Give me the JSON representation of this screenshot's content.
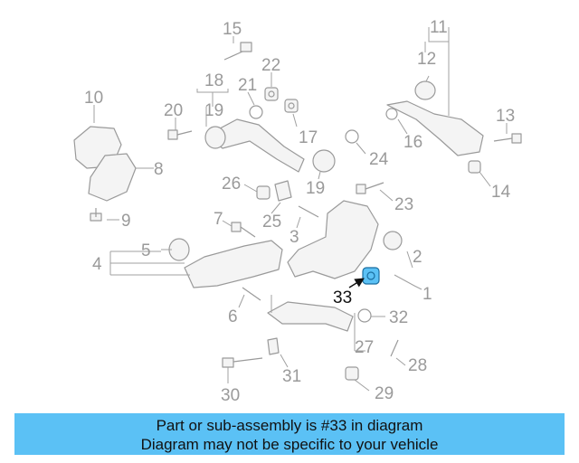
{
  "callouts": {
    "c1": "1",
    "c2": "2",
    "c3": "3",
    "c4": "4",
    "c5": "5",
    "c6": "6",
    "c7": "7",
    "c8": "8",
    "c9": "9",
    "c10": "10",
    "c11": "11",
    "c12": "12",
    "c13": "13",
    "c14": "14",
    "c15": "15",
    "c16": "16",
    "c17": "17",
    "c18": "18",
    "c19a": "19",
    "c19b": "19",
    "c20": "20",
    "c21": "21",
    "c22": "22",
    "c23": "23",
    "c24": "24",
    "c25": "25",
    "c26": "26",
    "c27": "27",
    "c28": "28",
    "c29": "29",
    "c30": "30",
    "c31": "31",
    "c32": "32",
    "c33": "33"
  },
  "highlight": {
    "part_number": "33",
    "color": "#5bc1f5"
  },
  "banner": {
    "line1": "Part or sub-assembly is #33 in diagram",
    "line2": "Diagram may not be specific to your vehicle",
    "background": "#5bc1f5"
  }
}
